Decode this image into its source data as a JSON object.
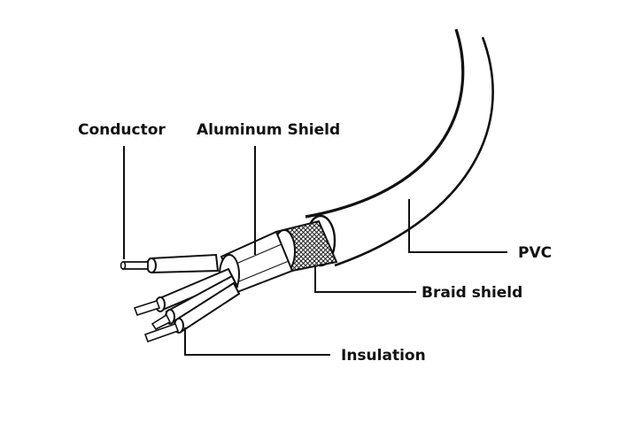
{
  "labels": {
    "conductor": "Conductor",
    "aluminum_shield": "Aluminum Shield",
    "pvc": "PVC",
    "braid_shield": "Braid shield",
    "insulation": "Insulation"
  }
}
